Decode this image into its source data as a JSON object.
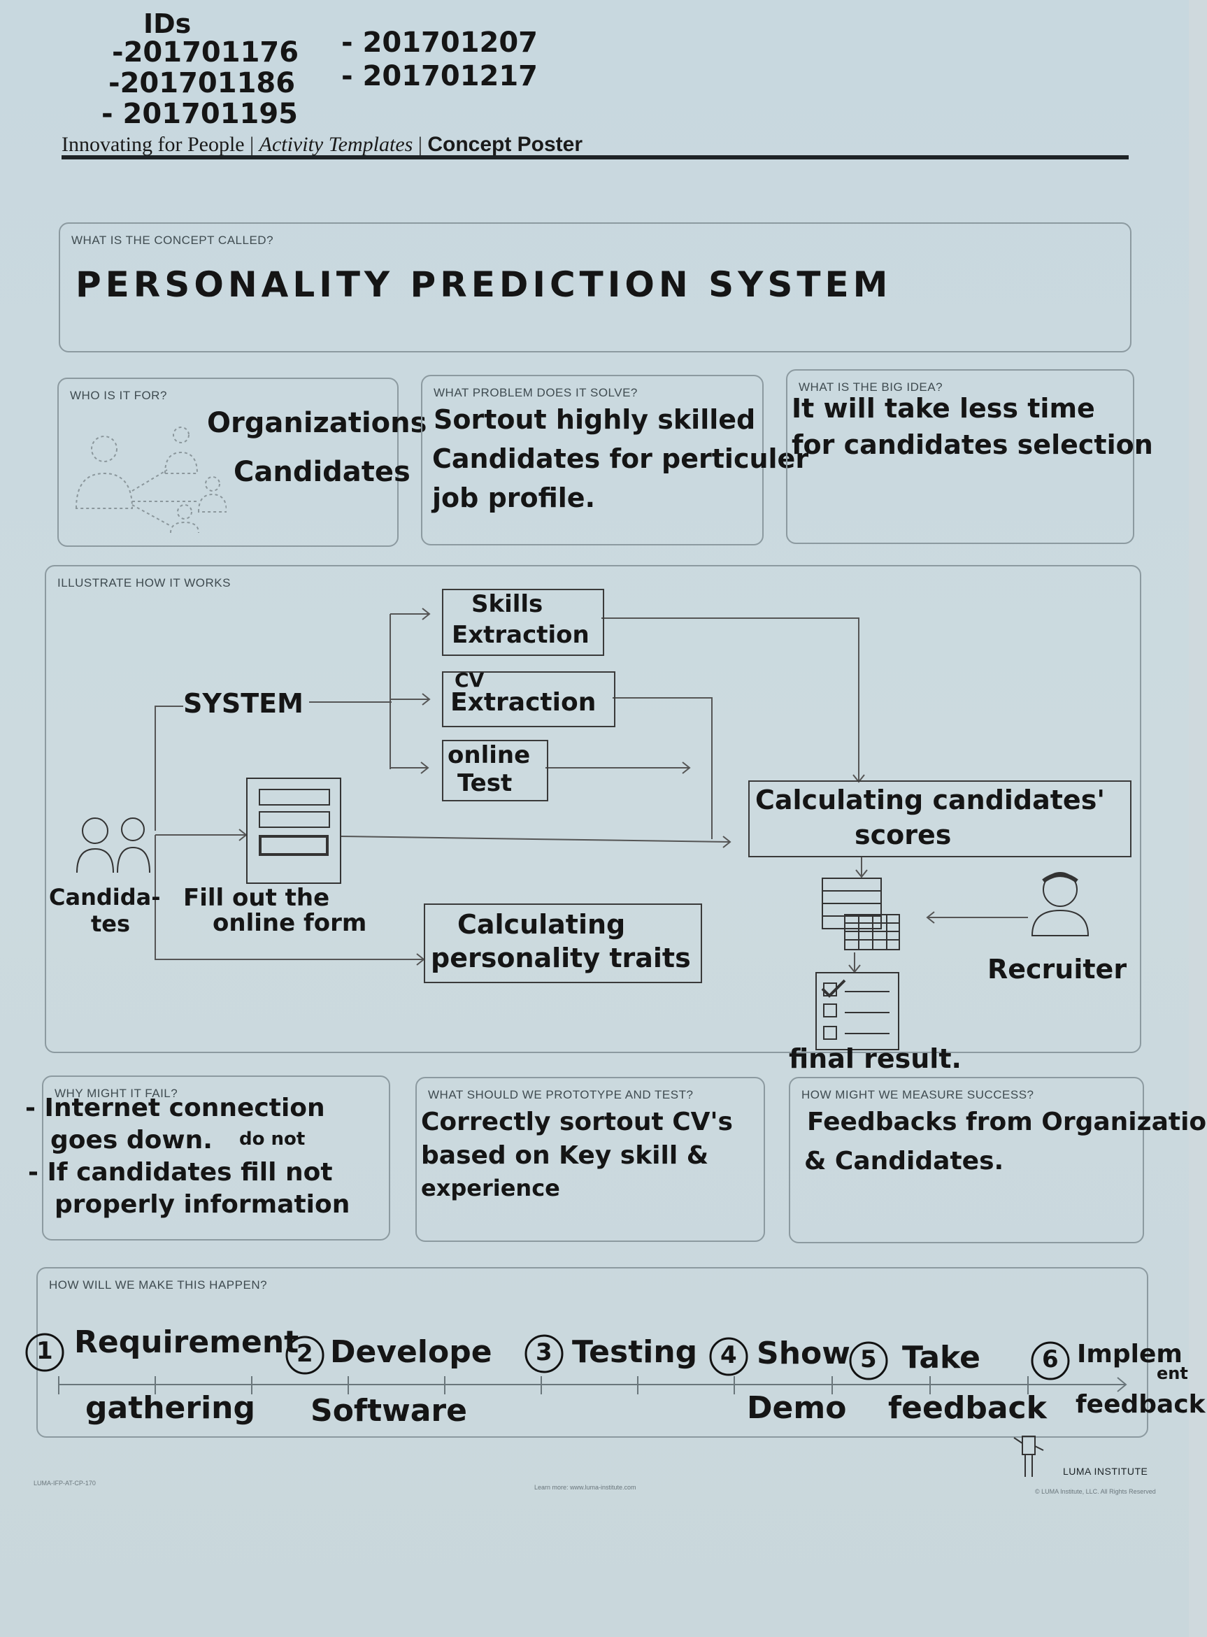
{
  "ids": {
    "heading": "IDs",
    "left": [
      "-201701176",
      "-201701186",
      "- 201701195"
    ],
    "right": [
      "- 201701207",
      "- 201701217"
    ]
  },
  "header": {
    "part1": "Innovating for People",
    "sep": "|",
    "part2": "Activity Templates",
    "part3": "Concept Poster"
  },
  "concept": {
    "label": "WHAT IS THE CONCEPT CALLED?",
    "text": "PERSONALITY PREDICTION SYSTEM"
  },
  "who": {
    "label": "WHO IS IT FOR?",
    "line1": "Organizations",
    "line2": "Candidates"
  },
  "problem": {
    "label": "WHAT PROBLEM DOES IT SOLVE?",
    "lines": [
      "Sortout highly skilled",
      "Candidates for perticuler",
      "job profile."
    ]
  },
  "idea": {
    "label": "WHAT IS THE BIG IDEA?",
    "lines": [
      "It will take less time",
      "for candidates selection"
    ]
  },
  "illustrate": {
    "label": "ILLUSTRATE HOW IT WORKS",
    "system": "SYSTEM",
    "skills": [
      "Skills",
      "Extraction"
    ],
    "cv": [
      "CV",
      "Extraction"
    ],
    "test": [
      "online",
      "Test"
    ],
    "scores": [
      "Calculating candidates'",
      "scores"
    ],
    "candidates": [
      "Candida-",
      "tes"
    ],
    "form": [
      "Fill out the",
      "online form"
    ],
    "traits": [
      "Calculating",
      "personality traits"
    ],
    "recruiter": "Recruiter",
    "final": "final result."
  },
  "fail": {
    "label": "WHY MIGHT IT FAIL?",
    "lines": [
      "- Internet connection",
      "goes down.",
      "do not",
      "- If candidates fill not",
      "properly information"
    ]
  },
  "prototype": {
    "label": "WHAT SHOULD WE PROTOTYPE AND TEST?",
    "lines": [
      "Correctly sortout CV's",
      "based on Key skill &",
      "experience"
    ]
  },
  "measure": {
    "label": "HOW MIGHT WE MEASURE SUCCESS?",
    "lines": [
      "Feedbacks from Organization",
      "& Candidates."
    ]
  },
  "happen": {
    "label": "HOW WILL WE MAKE THIS HAPPEN?",
    "steps": [
      {
        "num": "1",
        "top": "Requirement",
        "bottom": "gathering"
      },
      {
        "num": "2",
        "top": "Develope",
        "bottom": "Software"
      },
      {
        "num": "3",
        "top": "Testing",
        "bottom": ""
      },
      {
        "num": "4",
        "top": "Show",
        "bottom": "Demo"
      },
      {
        "num": "5",
        "top": "Take",
        "bottom": "feedback"
      },
      {
        "num": "6",
        "top": "Implem",
        "bottom": "feedback"
      }
    ],
    "step6_extra": "ent"
  },
  "footer": {
    "brand": "LUMA INSTITUTE",
    "left": "LUMA-IFP-AT-CP-170",
    "mid": "Learn more: www.luma-institute.com",
    "right": "© LUMA Institute, LLC. All Rights Reserved"
  }
}
